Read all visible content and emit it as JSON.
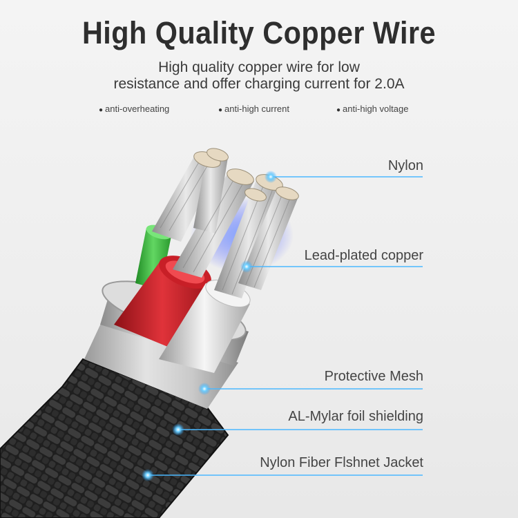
{
  "header": {
    "title": "High Quality Copper Wire",
    "subtitle_line1": "High quality copper wire for low",
    "subtitle_line2": "resistance and offer charging current for 2.0A"
  },
  "features": [
    {
      "bullet": "●",
      "text": "anti-overheating"
    },
    {
      "bullet": "●",
      "text": "anti-high current"
    },
    {
      "bullet": "●",
      "text": "anti-high voltage"
    }
  ],
  "callouts": [
    {
      "label": "Nylon"
    },
    {
      "label": "Lead-plated copper"
    },
    {
      "label": "Protective Mesh"
    },
    {
      "label": "AL-Mylar foil shielding"
    },
    {
      "label": "Nylon Fiber Flshnet Jacket"
    }
  ],
  "colors": {
    "accent_blue": "#4ab8ff",
    "wire_red": "#d7262e",
    "wire_green": "#49c04a",
    "wire_white": "#ececec",
    "jacket": "#2a2a2a",
    "copper_strand": "#c9c9c9"
  }
}
